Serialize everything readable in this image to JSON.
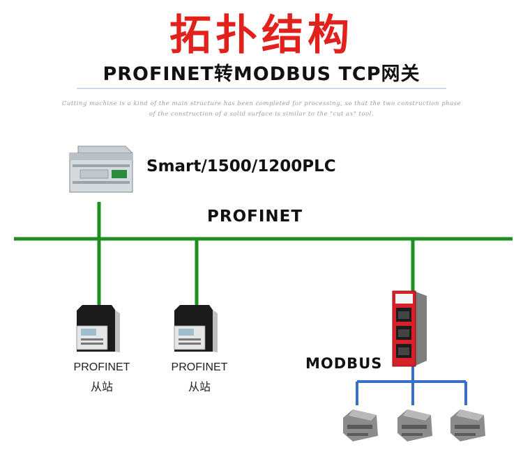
{
  "header": {
    "title": "拓扑结构",
    "subtitle": "PROFINET转MODBUS TCP网关",
    "description": "Cutting machine is a kind of the main structure has been completed for processing, so that the two construction phase of the construction of a solid surface is similar to the \"cut ax\" tool."
  },
  "diagram": {
    "plc_label": "Smart/1500/1200PLC",
    "bus_label": "PROFINET",
    "modbus_label": "MODBUS",
    "slaves": [
      {
        "title": "PROFINET",
        "subtitle": "从站"
      },
      {
        "title": "PROFINET",
        "subtitle": "从站"
      }
    ],
    "colors": {
      "profinet_line": "#1e8f1e",
      "modbus_line": "#3a6fc4",
      "title": "#e2201c",
      "gateway": "#d8202a"
    }
  }
}
